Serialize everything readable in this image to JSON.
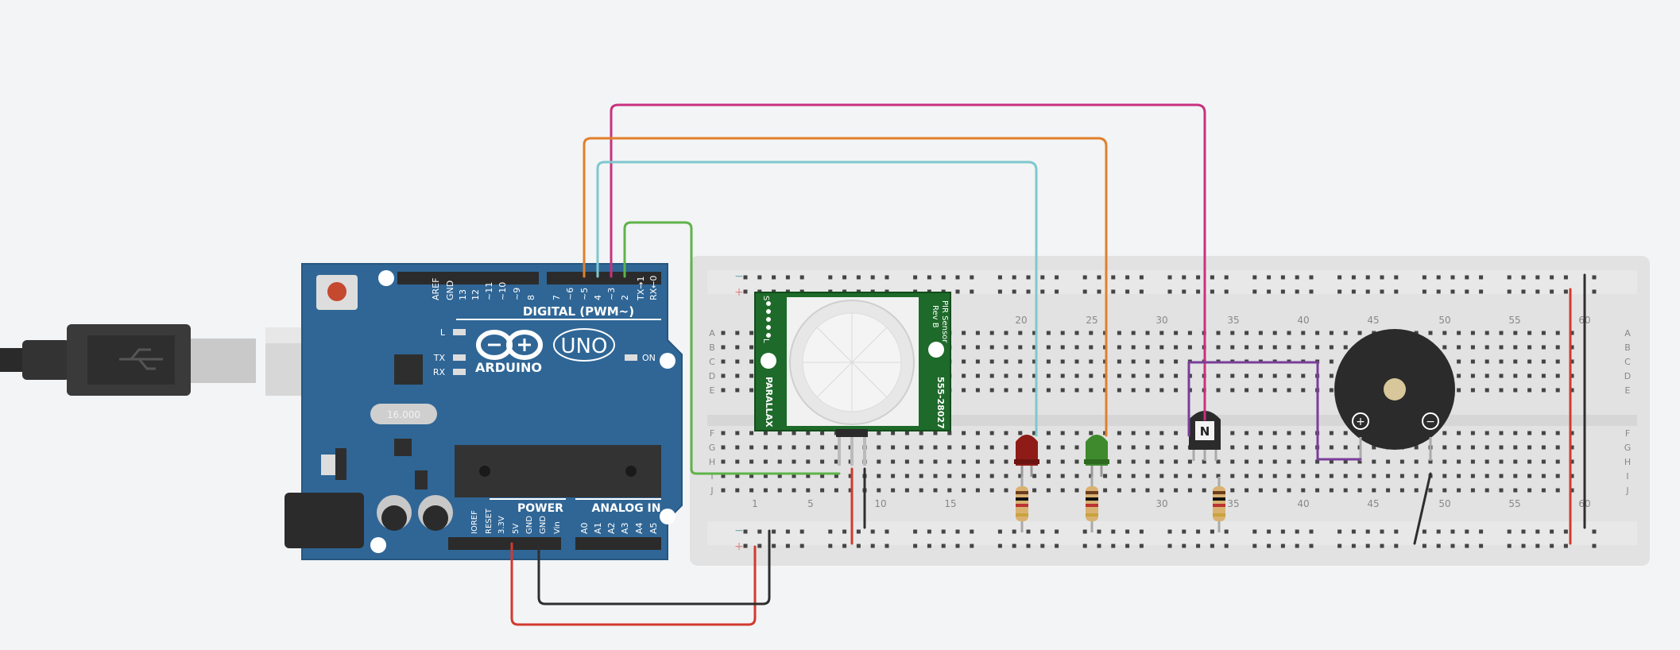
{
  "arduino": {
    "header_labels": [
      "AREF",
      "GND",
      "13",
      "12",
      "~11",
      "~10",
      "~9",
      "8",
      "7",
      "~6",
      "~5",
      "4",
      "~3",
      "2",
      "TX→1",
      "RX←0"
    ],
    "digital_label": "DIGITAL (PWM~)",
    "brand": "ARDUINO",
    "model": "UNO",
    "led_l": "L",
    "led_tx": "TX",
    "led_rx": "RX",
    "led_on": "ON",
    "power_label": "POWER",
    "analog_label": "ANALOG IN",
    "power_pins": [
      "IOREF",
      "RESET",
      "3.3V",
      "5V",
      "GND",
      "GND",
      "Vin"
    ],
    "analog_pins": [
      "A0",
      "A1",
      "A2",
      "A3",
      "A4",
      "A5"
    ],
    "crystal": "16.000"
  },
  "breadboard": {
    "row_letters_top": [
      "A",
      "B",
      "C",
      "D",
      "E"
    ],
    "row_letters_bottom": [
      "F",
      "G",
      "H",
      "I",
      "J"
    ],
    "column_numbers_top": [
      "20",
      "25",
      "30",
      "35",
      "40",
      "45",
      "50",
      "55",
      "60"
    ],
    "column_numbers_bottom": [
      "1",
      "5",
      "10",
      "15",
      "30",
      "35",
      "40",
      "45",
      "50",
      "55",
      "60"
    ],
    "rail_minus": "−",
    "rail_plus": "+"
  },
  "pir_sensor": {
    "title_lines": [
      "PIR Sensor",
      "Rev B"
    ],
    "part_number": "555-28027",
    "brand": "PARALLAX",
    "pin_labels": [
      "S",
      "",
      "L"
    ]
  },
  "transistor": {
    "label": "N"
  },
  "buzzer": {
    "plus": "+",
    "minus": "−"
  },
  "colors": {
    "wire_magenta": "#c8327f",
    "wire_orange": "#e0802a",
    "wire_cyan": "#7ec8cf",
    "wire_green": "#5fb34a",
    "wire_purple": "#7a3e9a",
    "wire_red": "#d23a2f",
    "wire_black": "#2e2e2e",
    "board_blue": "#2f6696",
    "pir_green": "#1e6a2a"
  }
}
